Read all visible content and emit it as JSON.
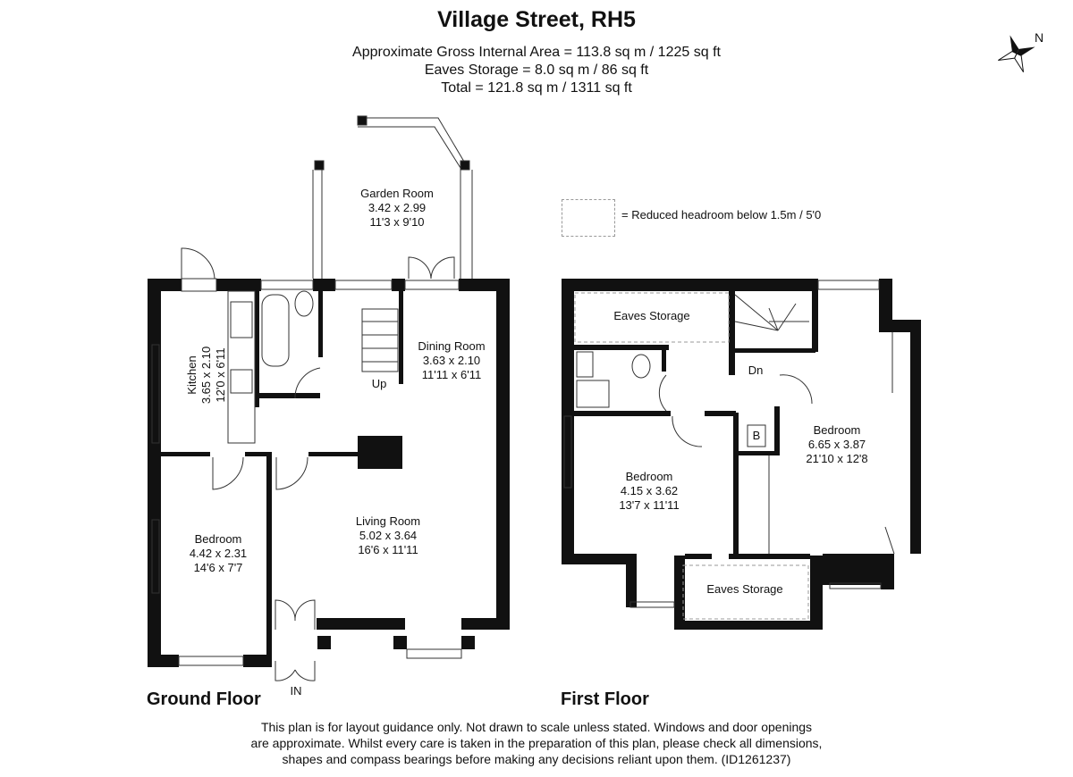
{
  "header": {
    "title": "Village Street, RH5",
    "area_lines": [
      "Approximate Gross Internal Area = 113.8 sq m / 1225 sq ft",
      "Eaves Storage = 8.0 sq m / 86 sq ft",
      "Total = 121.8 sq m / 1311 sq ft"
    ]
  },
  "compass": {
    "label": "N"
  },
  "legend": {
    "text": "= Reduced headroom below 1.5m / 5'0"
  },
  "ground_floor": {
    "label": "Ground Floor",
    "entrance": "IN",
    "stairs": "Up",
    "rooms": {
      "garden_room": {
        "name": "Garden Room",
        "metric": "3.42 x 2.99",
        "imperial": "11'3 x 9'10"
      },
      "kitchen": {
        "name": "Kitchen",
        "metric": "3.65 x 2.10",
        "imperial": "12'0 x 6'11"
      },
      "dining_room": {
        "name": "Dining Room",
        "metric": "3.63 x 2.10",
        "imperial": "11'11 x 6'11"
      },
      "bedroom": {
        "name": "Bedroom",
        "metric": "4.42 x 2.31",
        "imperial": "14'6 x 7'7"
      },
      "living_room": {
        "name": "Living Room",
        "metric": "5.02 x 3.64",
        "imperial": "16'6 x 11'11"
      }
    }
  },
  "first_floor": {
    "label": "First Floor",
    "stairs": "Dn",
    "boiler": "B",
    "rooms": {
      "eaves_top": {
        "name": "Eaves Storage"
      },
      "eaves_bottom": {
        "name": "Eaves Storage"
      },
      "bedroom_left": {
        "name": "Bedroom",
        "metric": "4.15 x 3.62",
        "imperial": "13'7 x 11'11"
      },
      "bedroom_right": {
        "name": "Bedroom",
        "metric": "6.65 x 3.87",
        "imperial": "21'10 x 12'8"
      }
    }
  },
  "footer": {
    "lines": [
      "This plan is for layout guidance only. Not drawn to scale unless stated. Windows and door openings",
      "are approximate. Whilst every care is taken in the preparation of this plan, please check all dimensions,",
      "shapes and compass bearings before making any decisions reliant upon them. (ID1261237)"
    ]
  }
}
